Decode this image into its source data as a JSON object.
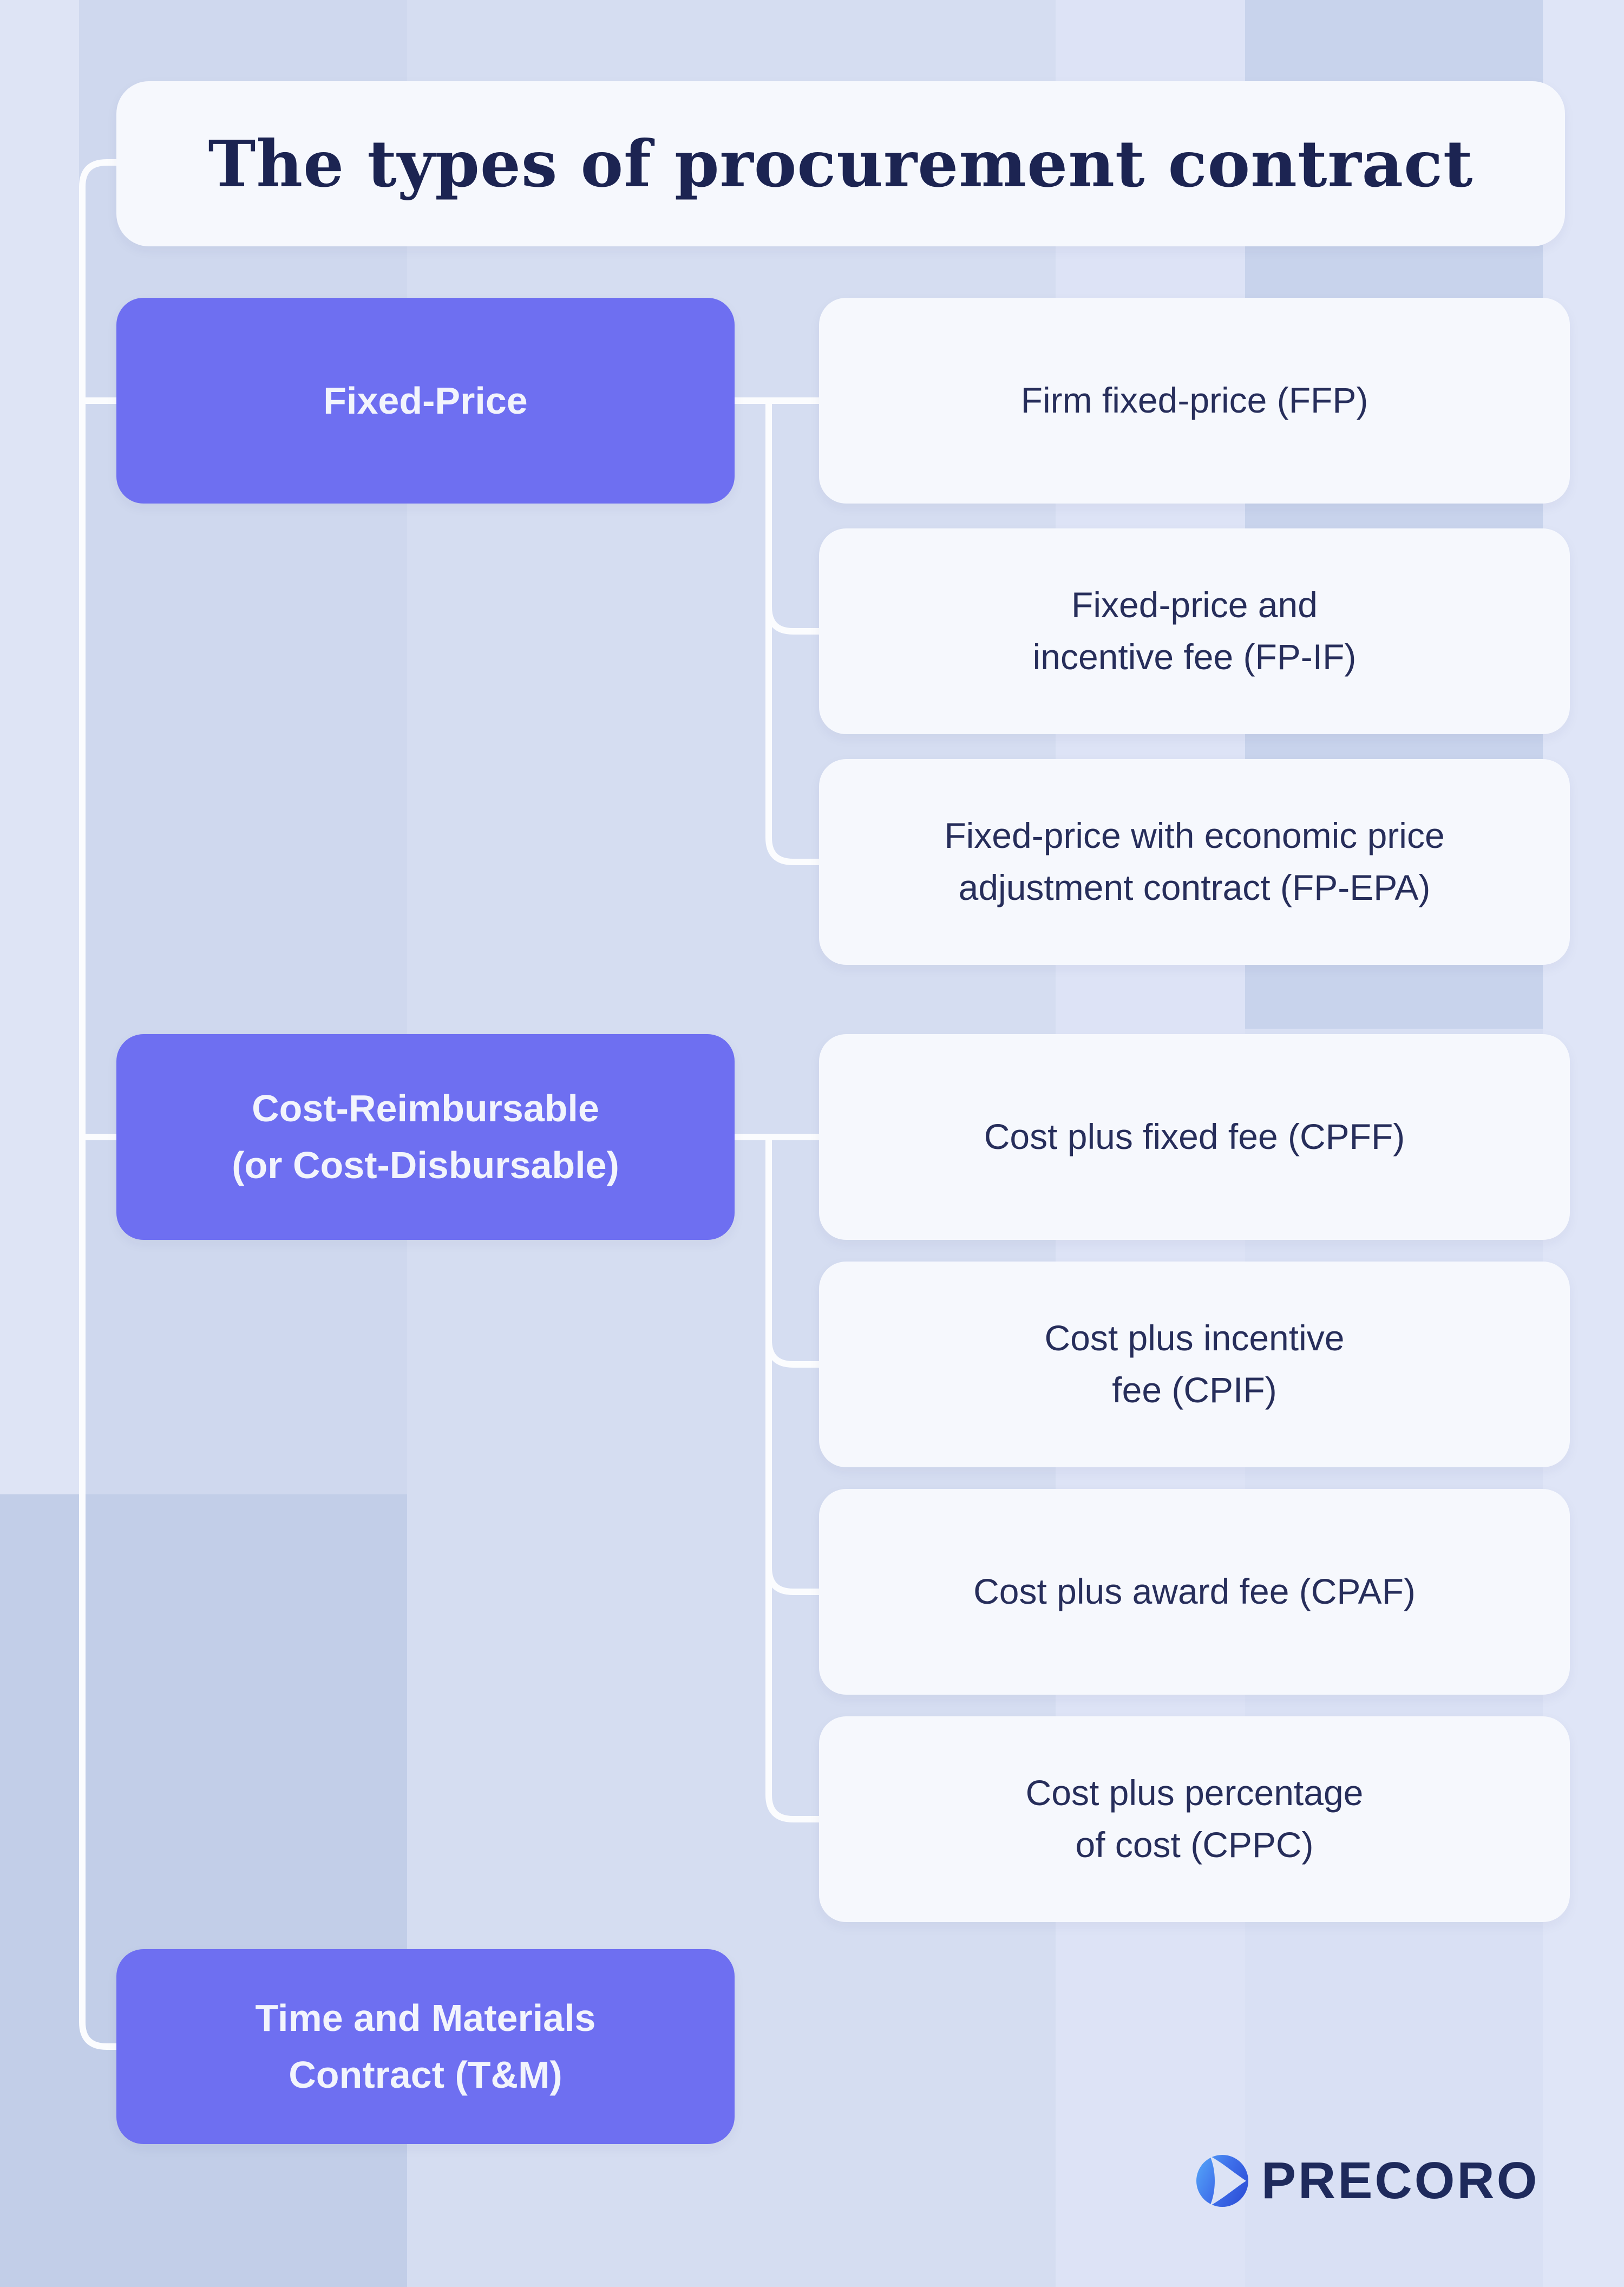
{
  "title": "The types of procurement contract",
  "tree": {
    "parents": [
      {
        "label": "Fixed-Price",
        "children": [
          "Firm fixed-price (FFP)",
          "Fixed-price and\nincentive fee (FP-IF)",
          "Fixed-price with economic price\nadjustment contract (FP-EPA)"
        ]
      },
      {
        "label": "Cost-Reimbursable\n(or Cost-Disbursable)",
        "children": [
          "Cost plus fixed fee (CPFF)",
          "Cost plus incentive\nfee (CPIF)",
          "Cost plus award fee (CPAF)",
          "Cost plus percentage\nof cost (CPPC)"
        ]
      },
      {
        "label": "Time and Materials\nContract (T&M)",
        "children": []
      }
    ]
  },
  "logo": {
    "text": "PRECORO",
    "mark": "precoro-sphere-icon"
  },
  "colors": {
    "bg-base": "#D5DDF1",
    "accent": "#6E6FF1",
    "card": "#F6F8FD",
    "line": "#FBFCFE",
    "navy-title": "#1C2452",
    "navy-text": "#272E5B",
    "on-accent": "#F2F4FC",
    "logo-navy": "#1E2A5C",
    "logo-blue-light": "#55A5F8",
    "logo-blue-dark": "#2F53D9"
  }
}
